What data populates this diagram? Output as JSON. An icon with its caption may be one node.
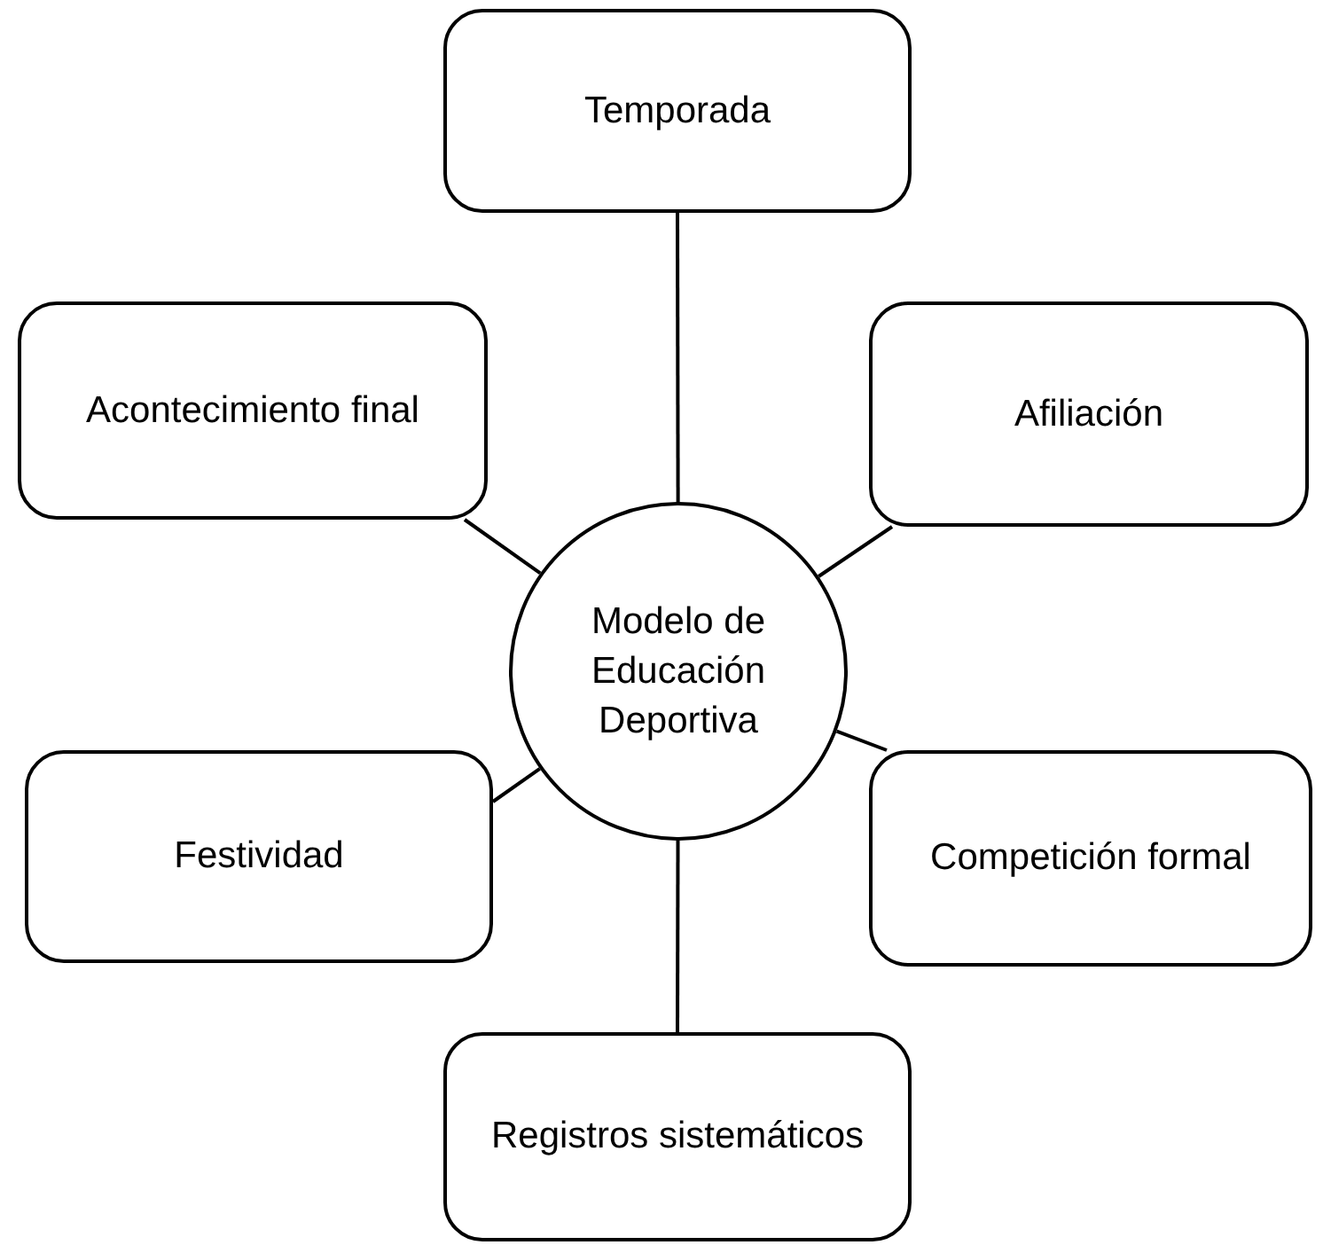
{
  "diagram": {
    "nodes": [
      {
        "text": [
          "Temporada"
        ]
      },
      {
        "text": [
          "Acontecimiento final"
        ]
      },
      {
        "text": [
          "Afiliación"
        ]
      },
      {
        "text": [
          "Modelo de Educación Deportiva"
        ]
      },
      {
        "text": [
          "Festividad"
        ]
      },
      {
        "text": [
          "Competición formal"
        ]
      },
      {
        "text": [
          "Registros sistemáticos"
        ]
      }
    ],
    "edges": [
      {
        "from": 3,
        "to": 0,
        "arrow": "none"
      },
      {
        "from": 3,
        "to": 1,
        "arrow": "none"
      },
      {
        "from": 3,
        "to": 2,
        "arrow": "none"
      },
      {
        "from": 3,
        "to": 4,
        "arrow": "none"
      },
      {
        "from": 3,
        "to": 5,
        "arrow": "none"
      },
      {
        "from": 3,
        "to": 6,
        "arrow": "none"
      }
    ]
  }
}
